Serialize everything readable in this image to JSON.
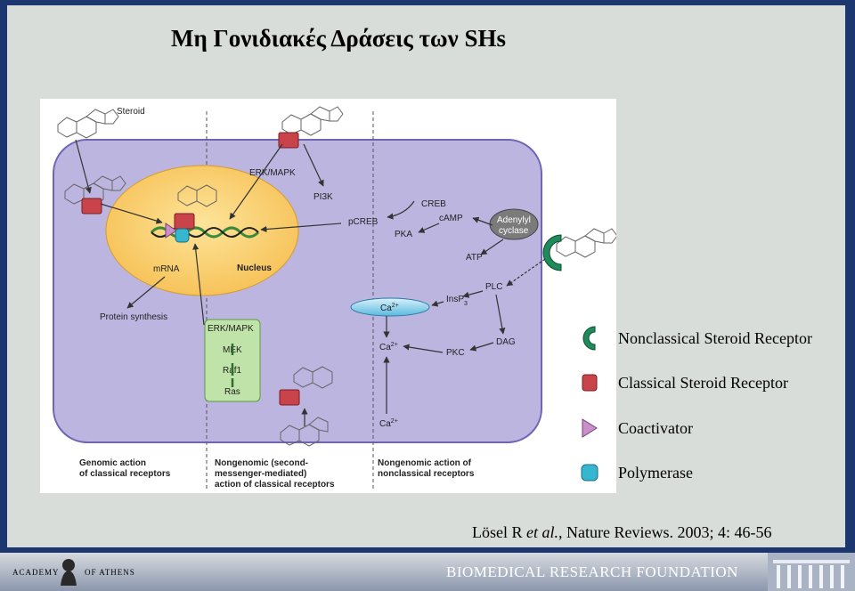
{
  "title": "Μη Γονιδιακές Δράσεις των SHs",
  "figure": {
    "labels": {
      "steroid": "Steroid",
      "erk_mapk_top": "ERK/MAPK",
      "pi3k": "PI3K",
      "creb": "CREB",
      "pcreb": "pCREB",
      "camp": "cAMP",
      "pka": "PKA",
      "adenylyl": "Adenylyl",
      "cyclase": "cyclase",
      "atp": "ATP",
      "mrna": "mRNA",
      "nucleus": "Nucleus",
      "protein_synthesis": "Protein synthesis",
      "plc": "PLC",
      "insp3": "InsP",
      "insp3_sub": "3",
      "ca": "Ca",
      "ca_sup": "2+",
      "dag": "DAG",
      "pkc": "PKC",
      "erk_mapk_box": "ERK/MAPK",
      "mek": "MEK",
      "raf1": "Raf1",
      "ras": "Ras"
    },
    "captions": {
      "genomic_1": "Genomic action",
      "genomic_2": "of classical receptors",
      "nongenomic_1": "Nongenomic (second-",
      "nongenomic_2": "messenger-mediated)",
      "nongenomic_3": "action of classical receptors",
      "nonclassical_1": "Nongenomic action of",
      "nonclassical_2": "nonclassical receptors"
    }
  },
  "legend": [
    {
      "label": "Nonclassical Steroid Receptor",
      "icon": "green-crescent-icon",
      "color": "#1f8a5a"
    },
    {
      "label": "Classical Steroid Receptor",
      "icon": "red-receptor-icon",
      "color": "#c8434a"
    },
    {
      "label": "Coactivator",
      "icon": "purple-triangle-icon",
      "color": "#c98fc8"
    },
    {
      "label": "Polymerase",
      "icon": "cyan-polymerase-icon",
      "color": "#35b7d0"
    }
  ],
  "citation": {
    "prefix": "Lösel R ",
    "italic": "et al.",
    "suffix": ", Nature Reviews. 2003; 4: 46-56"
  },
  "footer": {
    "academy": "ACADEMY",
    "of_athens": "OF ATHENS",
    "foundation": "BIOMEDICAL RESEARCH FOUNDATION"
  }
}
